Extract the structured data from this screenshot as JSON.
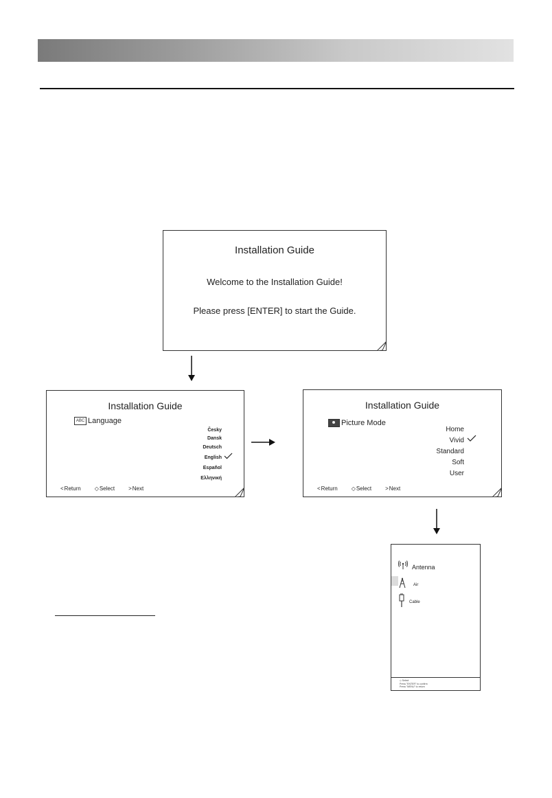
{
  "welcome_screen": {
    "title": "Installation Guide",
    "line1": "Welcome to the Installation Guide!",
    "line2": "Please press [ENTER] to start the Guide."
  },
  "language_screen": {
    "title": "Installation Guide",
    "icon_text": "ABC",
    "menu_label": "Language",
    "options": [
      "Česky",
      "Dansk",
      "Deutsch",
      "English",
      "Español",
      "Ελληνική"
    ],
    "selected": "English",
    "footer": {
      "return_label": "Return",
      "select_label": "Select",
      "next_label": "Next"
    }
  },
  "picture_screen": {
    "title": "Installation Guide",
    "menu_label": "Picture Mode",
    "options": [
      "Home",
      "Vivid",
      "Standard",
      "Soft",
      "User"
    ],
    "selected": "Vivid",
    "footer": {
      "return_label": "Return",
      "select_label": "Select",
      "next_label": "Next"
    }
  },
  "antenna_screen": {
    "heading": "Antenna",
    "options": [
      "Air",
      "Cable"
    ],
    "selected": "Air",
    "footer_lines": [
      "Select",
      "Press \"ENTER\" to confirm",
      "Press \"MENU\" to return"
    ]
  }
}
